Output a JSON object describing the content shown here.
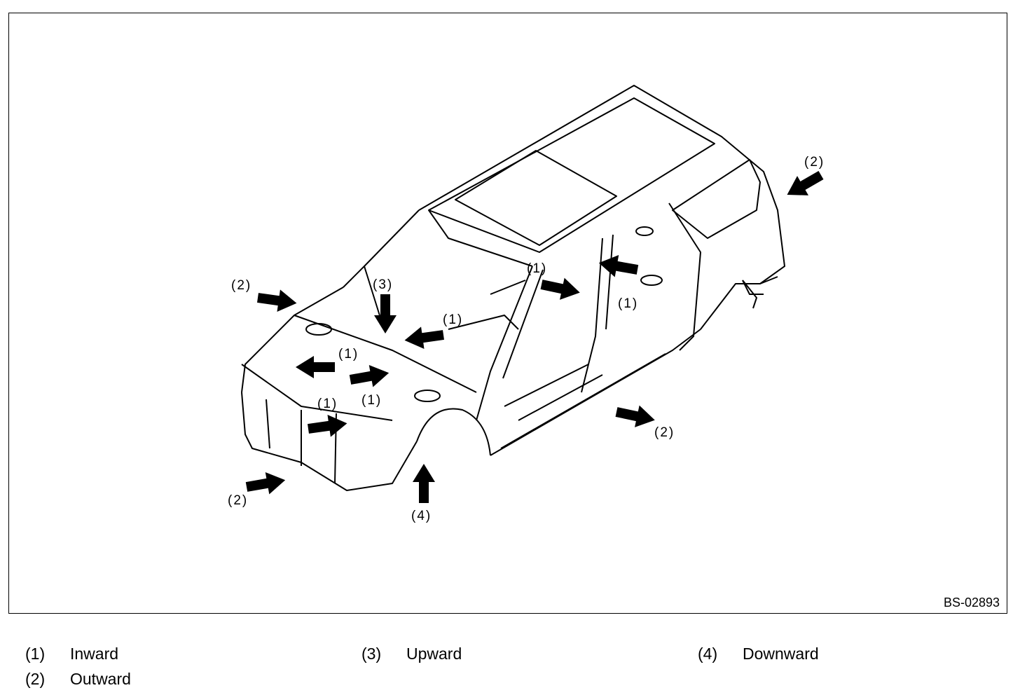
{
  "figure": {
    "reference": "BS-02893",
    "callouts": {
      "inward": "(1)",
      "outward": "(2)",
      "upward": "(3)",
      "downward": "(4)"
    }
  },
  "legend": [
    {
      "num": "(1)",
      "label": "Inward"
    },
    {
      "num": "(2)",
      "label": "Outward"
    },
    {
      "num": "(3)",
      "label": "Upward"
    },
    {
      "num": "(4)",
      "label": "Downward"
    }
  ],
  "colors": {
    "line": "#000000",
    "arrow": "#000000",
    "background": "#ffffff"
  }
}
